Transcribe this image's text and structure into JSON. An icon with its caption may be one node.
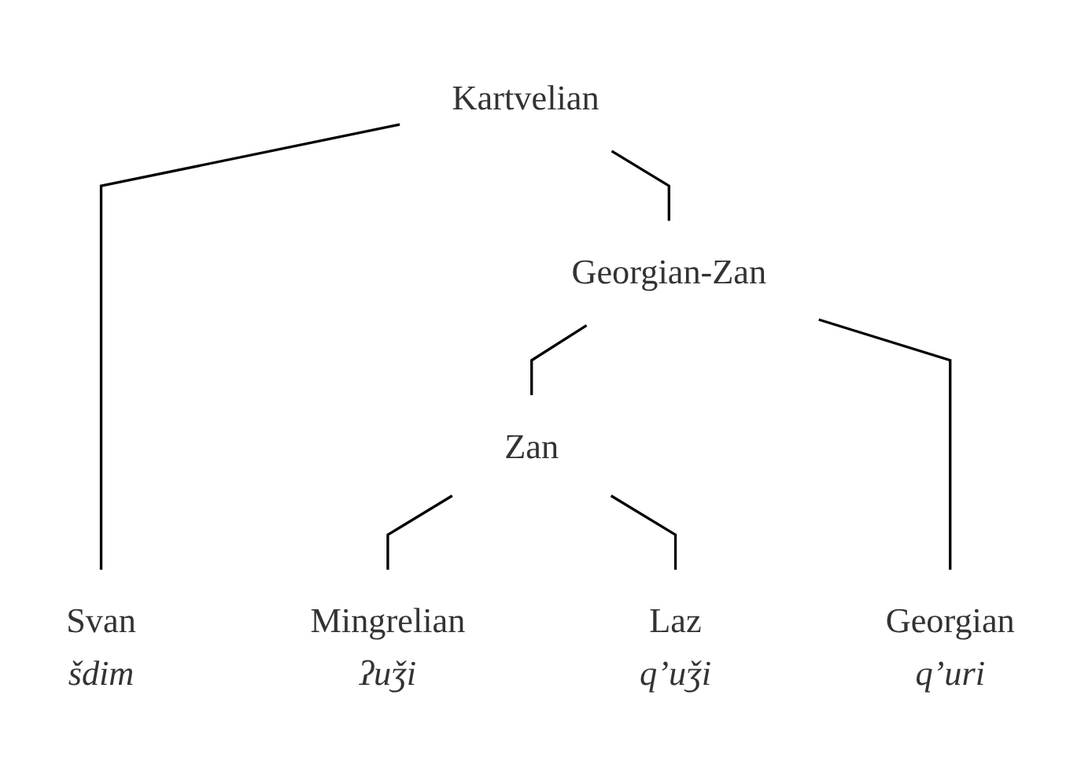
{
  "diagram": {
    "nodes": [
      {
        "text": [
          "Kartvelian"
        ]
      },
      {
        "text": [
          "Georgian-Zan"
        ]
      },
      {
        "text": [
          "Zan"
        ]
      },
      {
        "text": [
          "Svan",
          "šdim"
        ]
      },
      {
        "text": [
          "Mingrelian",
          "ʔuǯi"
        ]
      },
      {
        "text": [
          "Laz",
          "q’uǯi"
        ]
      },
      {
        "text": [
          "Georgian",
          "q’uri"
        ]
      }
    ],
    "edges": [
      {
        "from": 0,
        "to": 3,
        "arrow": "none"
      },
      {
        "from": 0,
        "to": 1,
        "arrow": "none"
      },
      {
        "from": 1,
        "to": 2,
        "arrow": "none"
      },
      {
        "from": 1,
        "to": 6,
        "arrow": "none"
      },
      {
        "from": 2,
        "to": 4,
        "arrow": "none"
      },
      {
        "from": 2,
        "to": 5,
        "arrow": "none"
      }
    ]
  }
}
